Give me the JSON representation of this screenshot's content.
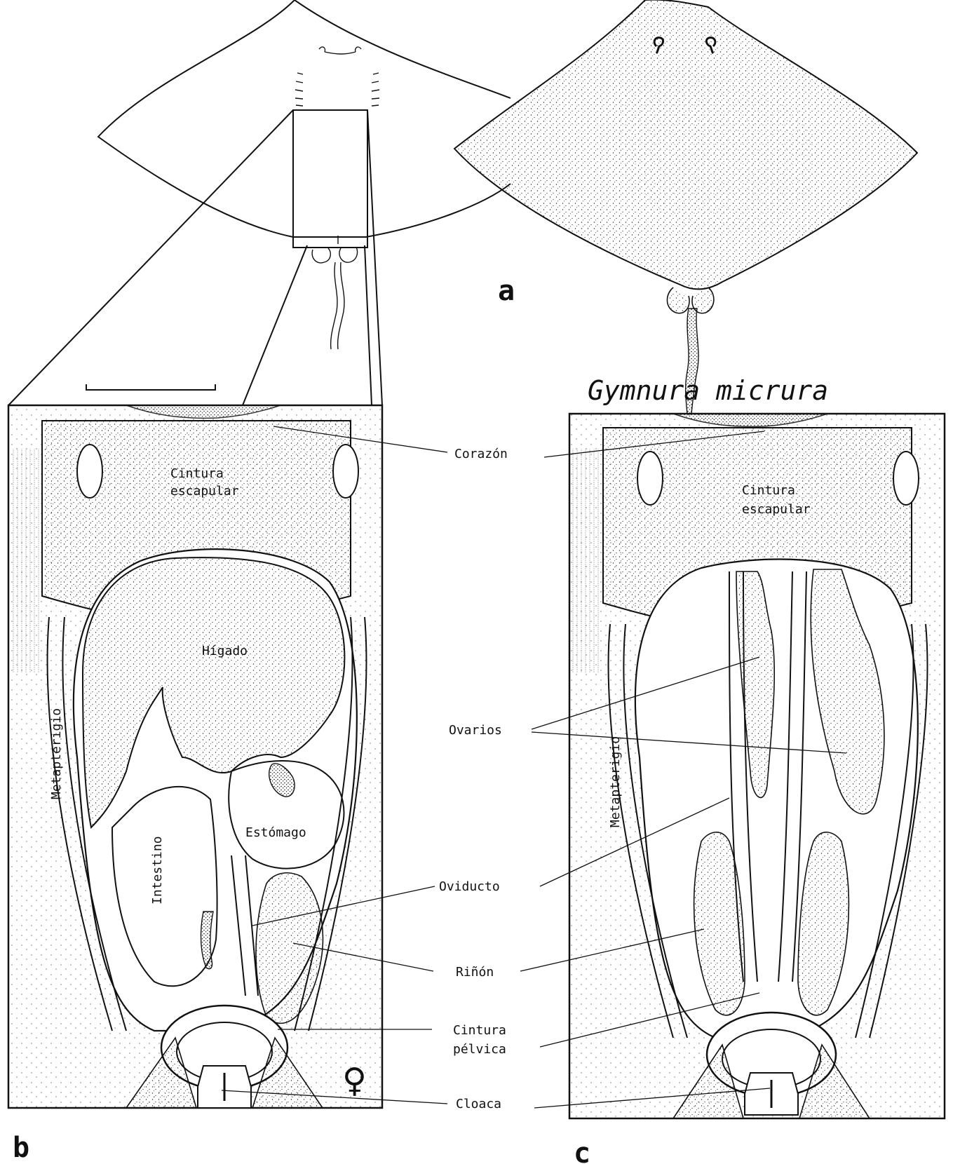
{
  "figure": {
    "species_name": "Gymnura micrura",
    "panel_labels": {
      "a": "a",
      "b": "b",
      "c": "c"
    },
    "female_symbol": "♀"
  },
  "labels": {
    "heart": "Corazón",
    "scapular_line1": "Cintura",
    "scapular_line2": "escapular",
    "liver": "Hígado",
    "metapterygium": "Metapterigio",
    "intestine": "Intestino",
    "stomach": "Estómago",
    "ovaries": "Ovarios",
    "oviduct": "Oviducto",
    "kidney": "Riñón",
    "pelvic_line1": "Cintura",
    "pelvic_line2": "pélvica",
    "cloaca": "Cloaca"
  },
  "colors": {
    "ink": "#111111",
    "paper": "#ffffff"
  }
}
